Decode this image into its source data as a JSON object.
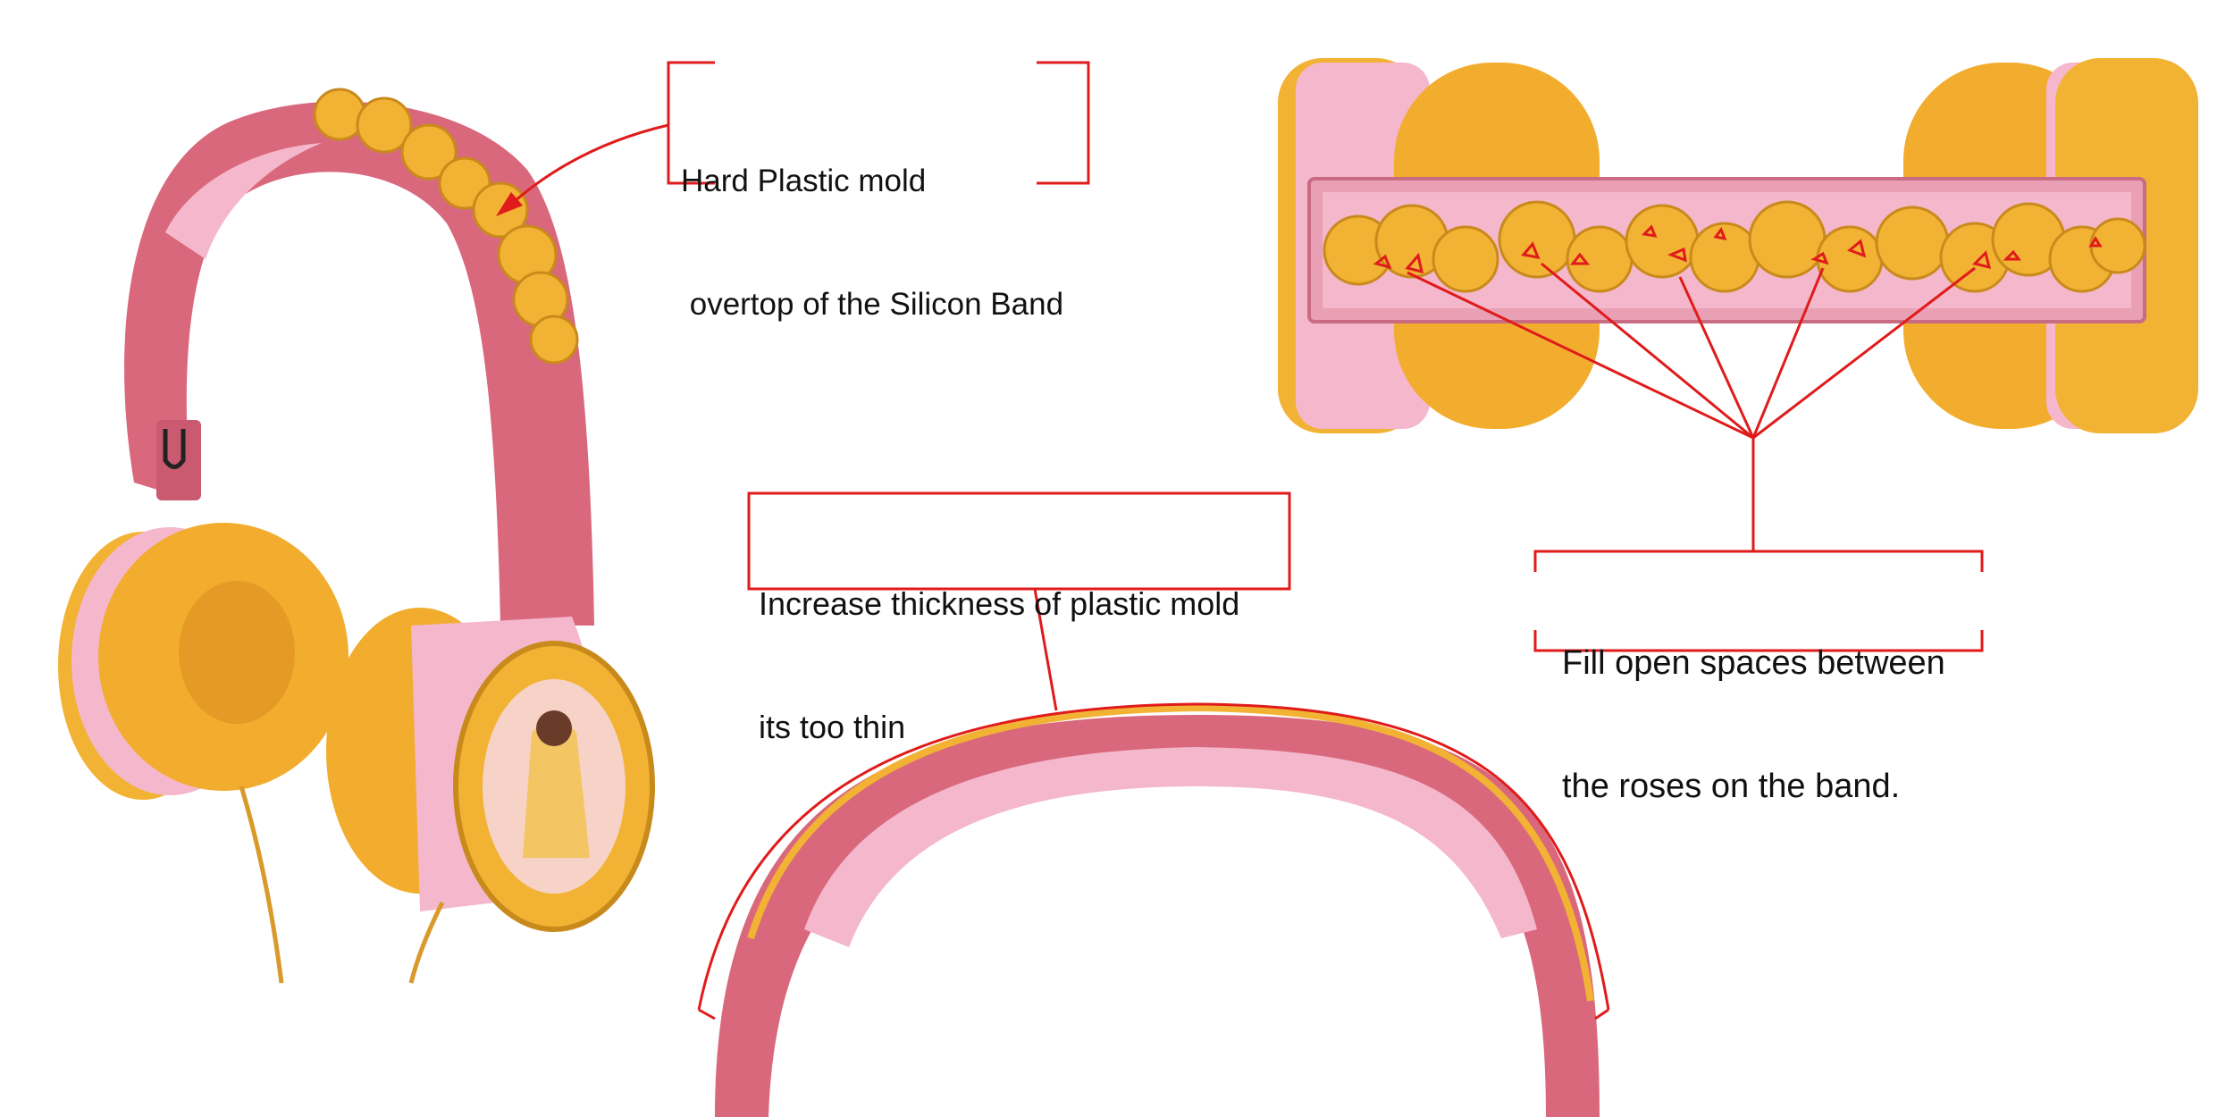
{
  "annotations": {
    "hard_plastic": {
      "lines": [
        "Hard Plastic mold",
        " overtop of the Silicon Band"
      ]
    },
    "increase_thickness": {
      "lines": [
        "Increase thickness of plastic mold",
        "its too thin"
      ]
    },
    "fill_spaces": {
      "lines": [
        "Fill open spaces between",
        "the roses on the band."
      ]
    }
  },
  "colors": {
    "band_pink": "#d9687c",
    "light_pink": "#f4b7cc",
    "gold": "#f2b233",
    "dark_gold": "#c98a1c",
    "callout_red": "#e01b1b"
  }
}
